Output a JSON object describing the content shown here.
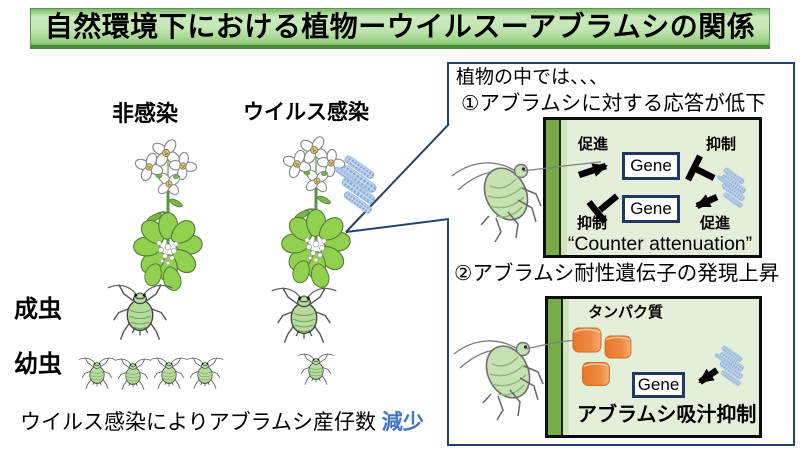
{
  "title": "自然環境下における植物ーウイルスーアブラムシの関係",
  "left_panel": {
    "columns": [
      {
        "label": "非感染"
      },
      {
        "label": "ウイルス感染"
      }
    ],
    "rows": [
      {
        "label": "成虫"
      },
      {
        "label": "幼虫"
      }
    ],
    "counts": {
      "uninfected_nymphs": 4,
      "infected_nymphs": 1
    },
    "caption": {
      "text": "ウイルス感染によりアブラムシ産仔数 ",
      "highlight": "減少"
    }
  },
  "callout": {
    "intro": "植物の中では、、、",
    "section1": {
      "heading": "①アブラムシに対する応答が低下",
      "top_left_label": "促進",
      "top_right_label": "抑制",
      "bottom_left_label": "抑制",
      "bottom_right_label": "促進",
      "gene_label_top": "Gene",
      "gene_label_bottom": "Gene",
      "quote": "“Counter attenuation”"
    },
    "section2": {
      "heading": "②アブラムシ耐性遺伝子の発現上昇",
      "protein_label": "タンパク質",
      "gene_label": "Gene",
      "result_label": "アブラムシ吸汁抑制"
    }
  },
  "icons": {
    "plant": "arabidopsis-plant-icon",
    "virus": "virus-particle-cluster-icon",
    "aphid_adult": "aphid-top-view-icon",
    "aphid_nymph": "aphid-nymph-icon",
    "aphid_side": "aphid-side-view-icon",
    "protein": "protein-barrel-icon",
    "promote": "arrow-promote-icon",
    "inhibit": "tbar-inhibit-icon"
  },
  "colors": {
    "title_green_light": "#cdeabf",
    "title_green_dark": "#4c8a3c",
    "panel_bg": "#e4efda",
    "wall_green": "#76ad48",
    "wall_light": "#cfe3bd",
    "navy_border": "#24436b",
    "gene_border": "#1f3864",
    "aphid_green": "#b7db9e",
    "leaf_green": "#92d050",
    "virus_blue": "#a9c4e4",
    "protein_orange": "#ed7d31",
    "highlight_blue": "#4472c4"
  }
}
